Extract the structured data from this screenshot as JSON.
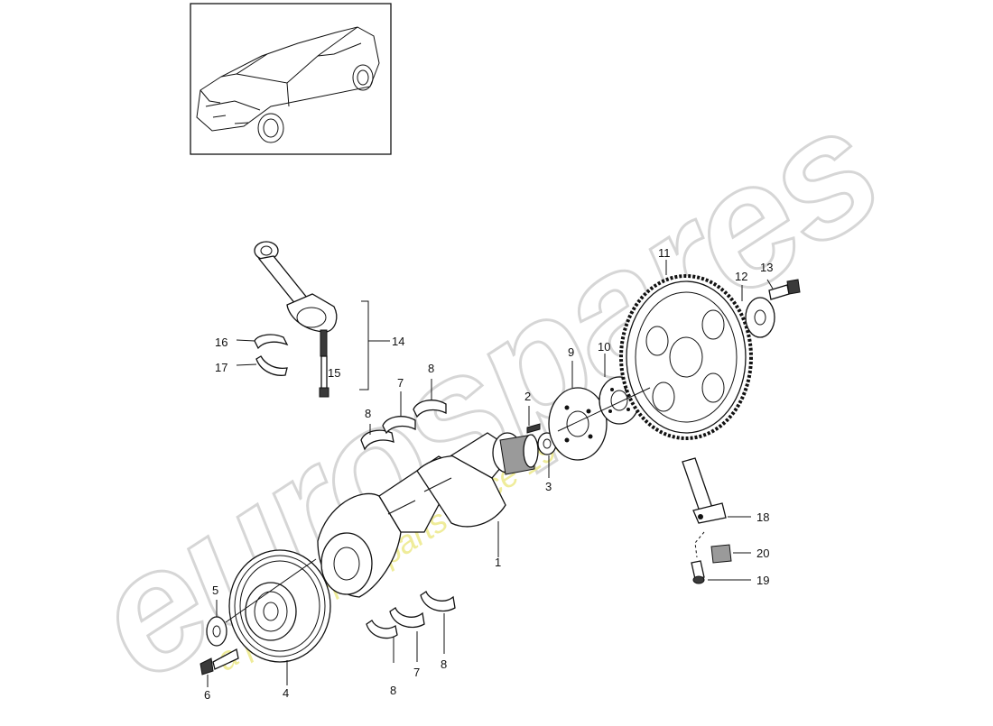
{
  "colors": {
    "line": "#111111",
    "watermark_text": "#d6d6d6",
    "watermark_tag": "#efec9a"
  },
  "watermark": {
    "brand": "eurospares",
    "tagline": "a passion for parts since 1985",
    "year": "1985"
  },
  "callouts": {
    "c1": "1",
    "c2": "2",
    "c3": "3",
    "c4": "4",
    "c5": "5",
    "c6": "6",
    "c7_top": "7",
    "c7_bottom": "7",
    "c8_top_left": "8",
    "c8_top_right": "8",
    "c8_bottom_left": "8",
    "c8_bottom_right": "8",
    "c9": "9",
    "c10": "10",
    "c11": "11",
    "c12": "12",
    "c13": "13",
    "c14": "14",
    "c15": "15",
    "c16": "16",
    "c17": "17",
    "c18": "18",
    "c19": "19",
    "c20": "20"
  },
  "icons": {
    "car": "car-thumbnail-icon"
  }
}
